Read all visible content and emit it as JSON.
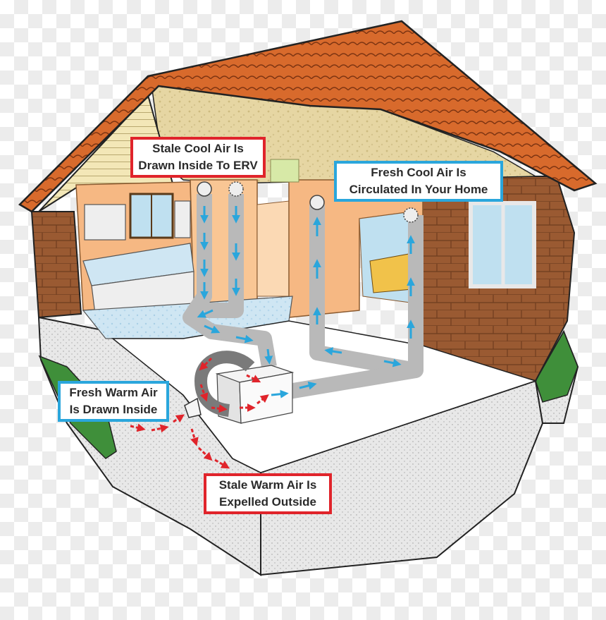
{
  "diagram": {
    "labels": {
      "stale_cool_air": {
        "line1": "Stale Cool Air Is",
        "line2": "Drawn Inside To ERV"
      },
      "fresh_cool_air": {
        "line1": "Fresh Cool Air Is",
        "line2": "Circulated In Your Home"
      },
      "fresh_warm_air": {
        "line1": "Fresh Warm Air",
        "line2": "Is Drawn Inside"
      },
      "stale_warm_air": {
        "line1": "Stale Warm Air Is",
        "line2": "Expelled Outside"
      }
    },
    "colors": {
      "stale_air": "#e0242b",
      "fresh_air": "#2aa6dc",
      "roof": "#d86a2c",
      "brick": "#9a5a32",
      "insulation": "#e6d6a3",
      "interior_wall": "#f6b883",
      "floor": "#ffffff",
      "foundation": "#e8e8e8",
      "grass": "#3f8f3a",
      "duct": "#b9b9b9"
    }
  }
}
